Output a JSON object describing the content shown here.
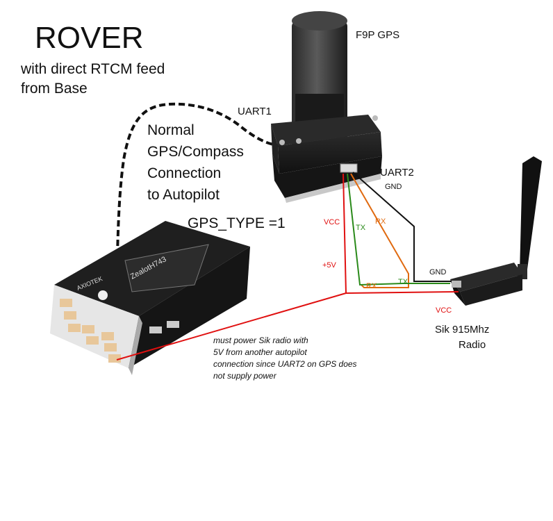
{
  "title": "ROVER",
  "subtitle": [
    "with direct RTCM feed",
    "from Base"
  ],
  "gps_label": "F9P GPS",
  "uart1_label": "UART1",
  "uart2_label": "UART2",
  "connection_note": [
    "Normal",
    "GPS/Compass",
    "Connection",
    "to Autopilot"
  ],
  "gps_type": "GPS_TYPE =1",
  "autopilot_brand": "ZealotH743",
  "autopilot_maker": "AXIOTEK",
  "wire_labels": {
    "vcc_top": "VCC",
    "tx_top": "TX",
    "rx_top": "RX",
    "gnd_top": "GND",
    "plus5v": "+5V",
    "rx_bottom": "RX",
    "tx_bottom": "TX",
    "gnd_bottom": "GND",
    "vcc_bottom": "VCC"
  },
  "radio_label": [
    "Sik 915Mhz",
    "Radio"
  ],
  "power_note": [
    "must power Sik radio with",
    "5V from another autopilot",
    "connection since UART2 on GPS does",
    "not supply power"
  ],
  "colors": {
    "vcc": "#e01010",
    "tx": "#2a8a1a",
    "rx": "#e06a10",
    "gnd": "#111111",
    "uart1_cable": "#111111"
  }
}
